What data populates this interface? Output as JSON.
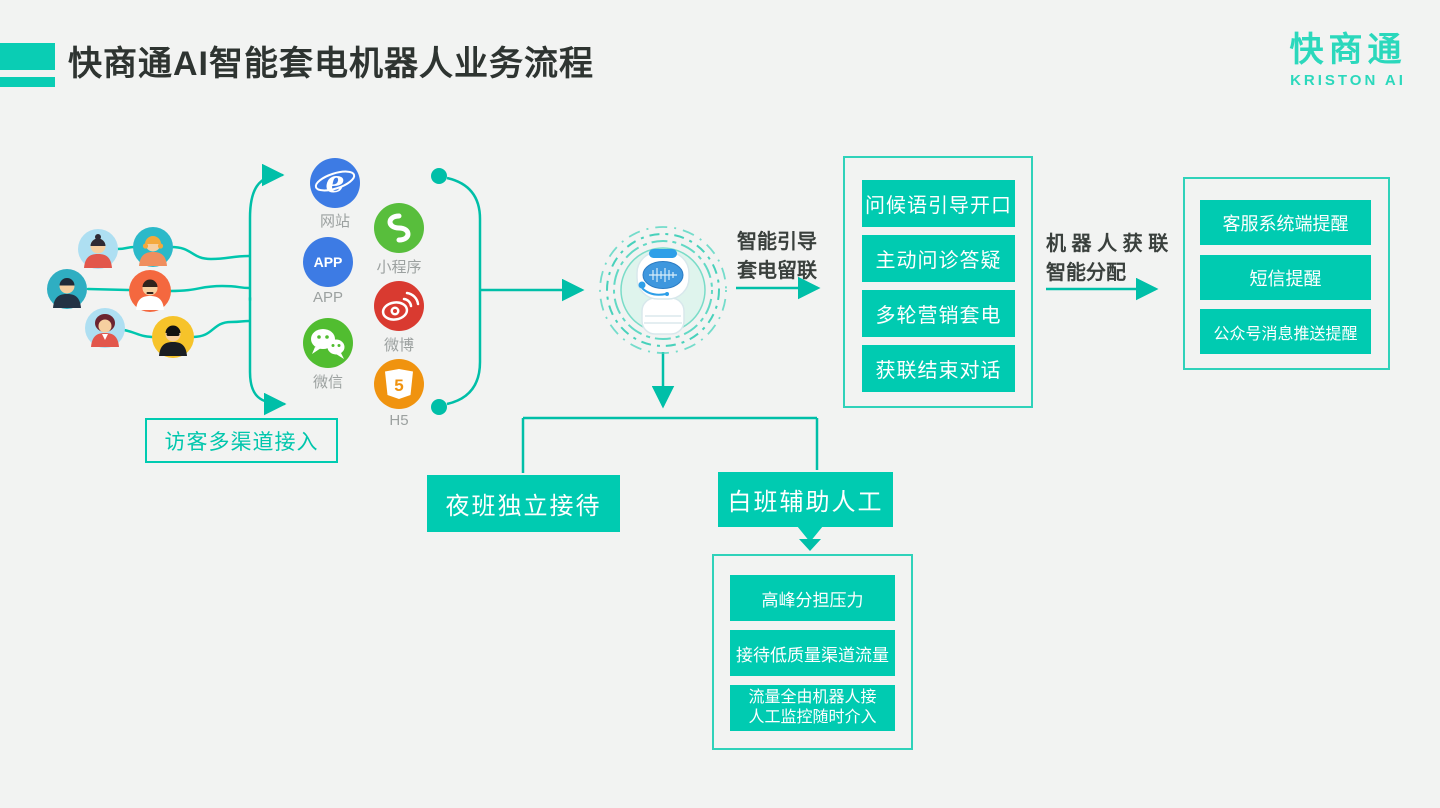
{
  "colors": {
    "accent_teal": "#00CBB1",
    "line_teal": "#00BFA8",
    "outline_teal": "#2FD2BA",
    "logo_teal": "#2BD8BC",
    "background": "#F2F3F2"
  },
  "header": {
    "title": "快商通AI智能套电机器人业务流程"
  },
  "logo": {
    "name": "快商通",
    "subtitle": "KRISTON AI"
  },
  "channels": {
    "caption": "访客多渠道接入",
    "items": [
      {
        "label": "网站",
        "icon": "ie-browser",
        "color": "#3D7BE4",
        "glyph": "e"
      },
      {
        "label": "小程序",
        "icon": "wechat-miniprogram",
        "color": "#58BE3C"
      },
      {
        "label": "APP",
        "icon": "app",
        "color": "#3D7BE4",
        "glyph": "APP"
      },
      {
        "label": "微博",
        "icon": "weibo",
        "color": "#D93A30"
      },
      {
        "label": "微信",
        "icon": "wechat",
        "color": "#51BD30"
      },
      {
        "label": "H5",
        "icon": "html5",
        "color": "#F0930F",
        "glyph": "5"
      }
    ]
  },
  "flow": {
    "robot_to_stage1": "智能引导\n套电留联",
    "stage1_to_notify": "机 器 人 获 联\n智能分配"
  },
  "stage1": {
    "items": [
      "问候语引导开口",
      "主动问诊答疑",
      "多轮营销套电",
      "获联结束对话"
    ]
  },
  "notify": {
    "items": [
      "客服系统端提醒",
      "短信提醒",
      "公众号消息推送提醒"
    ]
  },
  "shift": {
    "night": "夜班独立接待",
    "day": "白班辅助人工"
  },
  "day_details": {
    "items": [
      "高峰分担压力",
      "接待低质量渠道流量",
      "流量全由机器人接\n人工监控随时介入"
    ]
  }
}
